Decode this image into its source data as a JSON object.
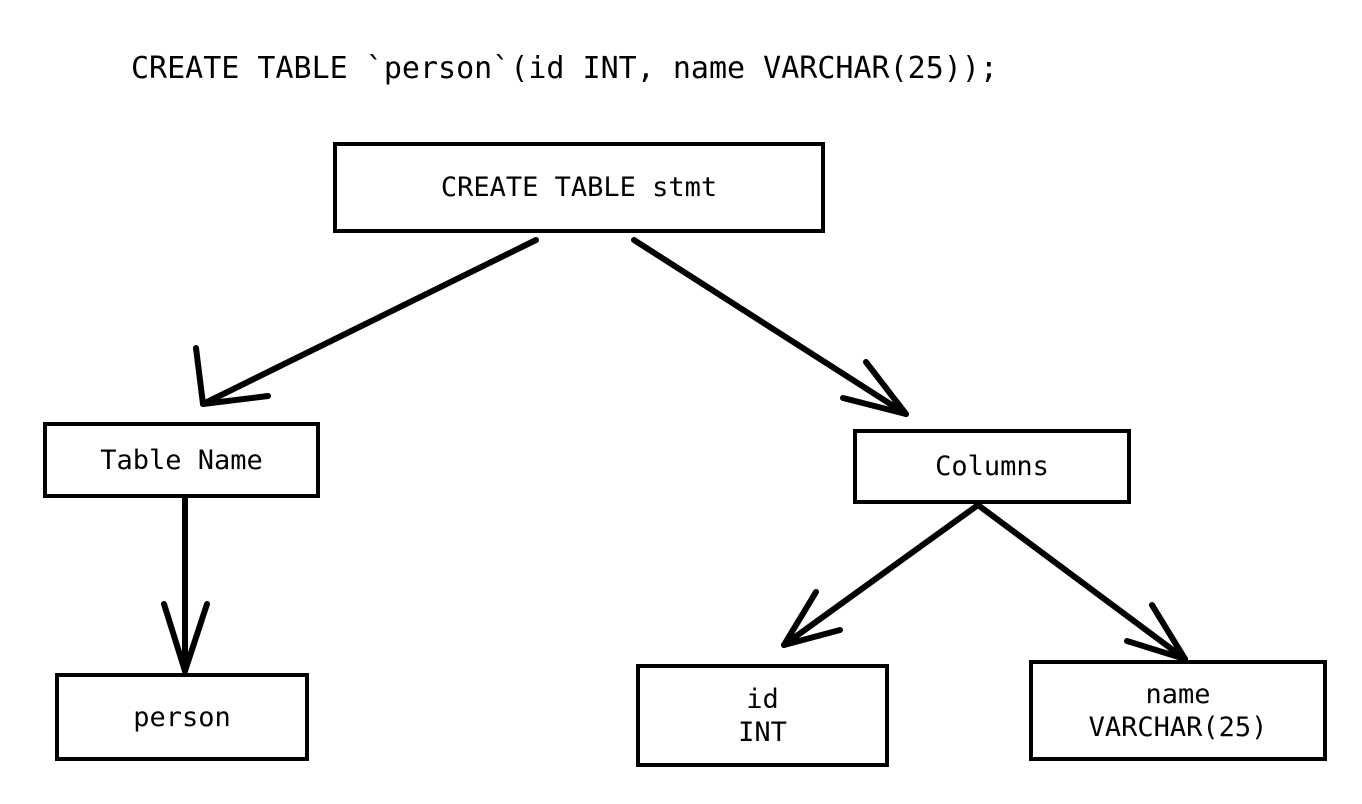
{
  "diagram": {
    "title": "CREATE TABLE `person`(id INT, name VARCHAR(25));",
    "type": "parse-tree",
    "background_color": "#ffffff",
    "stroke_color": "#000000",
    "nodes": [
      {
        "id": "root",
        "label": "CREATE TABLE stmt",
        "line1": "CREATE TABLE stmt",
        "line2": ""
      },
      {
        "id": "table_name",
        "label": "Table Name",
        "line1": "Table Name",
        "line2": ""
      },
      {
        "id": "person",
        "label": "person",
        "line1": "person",
        "line2": ""
      },
      {
        "id": "columns",
        "label": "Columns",
        "line1": "Columns",
        "line2": ""
      },
      {
        "id": "col_id",
        "label": "id INT",
        "line1": "id",
        "line2": "INT"
      },
      {
        "id": "col_name",
        "label": "name VARCHAR(25)",
        "line1": "name",
        "line2": "VARCHAR(25)"
      }
    ],
    "edges": [
      {
        "from": "root",
        "to": "table_name",
        "label": ""
      },
      {
        "from": "root",
        "to": "columns",
        "label": ""
      },
      {
        "from": "table_name",
        "to": "person",
        "label": ""
      },
      {
        "from": "columns",
        "to": "col_id",
        "label": ""
      },
      {
        "from": "columns",
        "to": "col_name",
        "label": ""
      }
    ]
  }
}
